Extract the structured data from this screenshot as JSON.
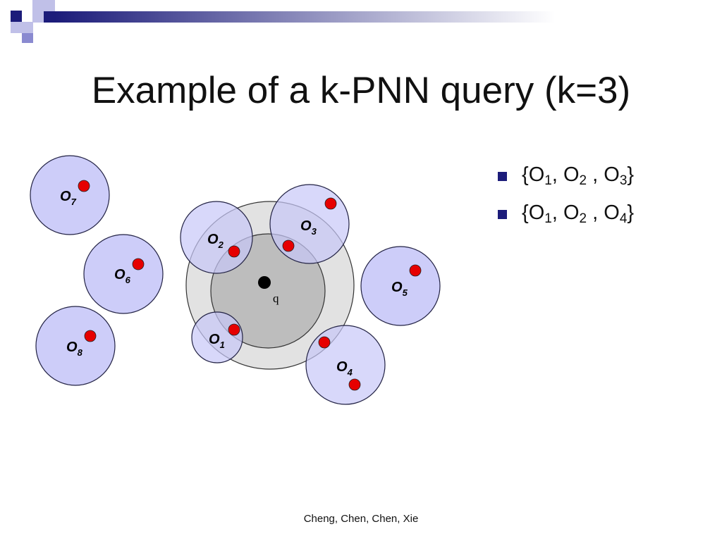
{
  "slide": {
    "title": "Example of a k-PNN query (k=3)",
    "footer": "Cheng, Chen, Chen, Xie"
  },
  "diagram": {
    "query_label": "q",
    "object_base": "O",
    "object_subscripts": [
      "1",
      "2",
      "3",
      "4",
      "5",
      "6",
      "7",
      "8"
    ]
  },
  "bullets": [
    {
      "items": [
        {
          "base": "O",
          "sub": "1"
        },
        {
          "base": "O",
          "sub": "2"
        },
        {
          "base": "O",
          "sub": "3"
        }
      ]
    },
    {
      "items": [
        {
          "base": "O",
          "sub": "1"
        },
        {
          "base": "O",
          "sub": "2"
        },
        {
          "base": "O",
          "sub": "4"
        }
      ]
    }
  ],
  "colors": {
    "object_fill": "#c8c8f8",
    "object_stroke": "#222244",
    "point_fill": "#e60000",
    "outer_range_fill": "#e2e2e2",
    "inner_range_fill": "#bdbdbd",
    "bullet_marker": "#1c1c7a",
    "header_gradient": [
      "#1c1c7a",
      "#ffffff"
    ]
  }
}
